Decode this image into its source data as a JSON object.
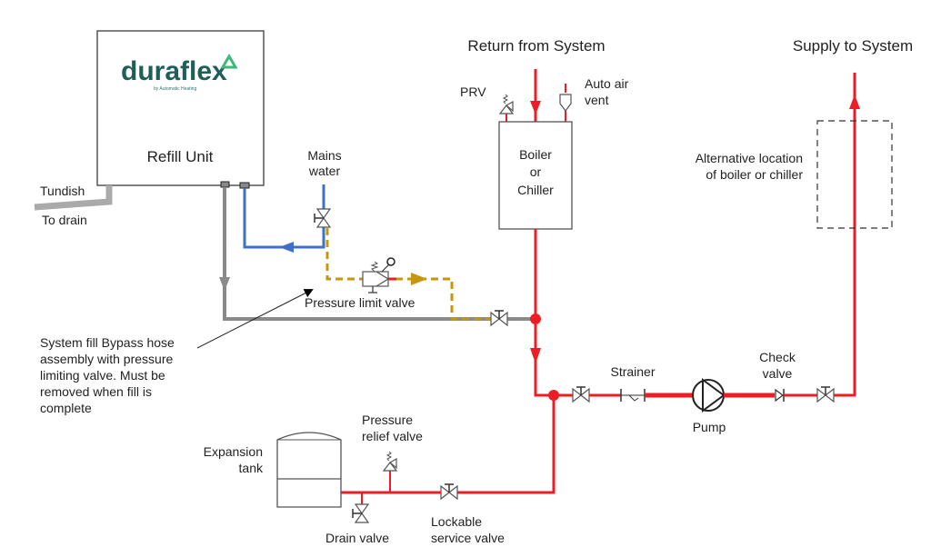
{
  "colors": {
    "heating_pipe": "#ee1c25",
    "mains_water": "#3f72c6",
    "bypass_hose": "#c7960c",
    "fill_pipe": "#8a8a8a",
    "logo_text": "#1f5f58",
    "logo_mark": "#3cb878"
  },
  "refill_unit": {
    "logo_name": "duraflex",
    "logo_tagline": "by Automatic Heating",
    "label": "Refill Unit"
  },
  "labels": {
    "tundish": "Tundish",
    "to_drain": "To drain",
    "mains_water_line1": "Mains",
    "mains_water_line2": "water",
    "pressure_limit_valve": "Pressure limit valve",
    "return_from_system": "Return from System",
    "supply_to_system": "Supply to System",
    "prv": "PRV",
    "auto_air_vent_line1": "Auto air",
    "auto_air_vent_line2": "vent",
    "boiler_line1": "Boiler",
    "boiler_line2": "or",
    "boiler_line3": "Chiller",
    "alt_location_line1": "Alternative location",
    "alt_location_line2": "of boiler or chiller",
    "strainer": "Strainer",
    "pump": "Pump",
    "check_valve_line1": "Check",
    "check_valve_line2": "valve",
    "expansion_tank_line1": "Expansion",
    "expansion_tank_line2": "tank",
    "pressure_relief_line1": "Pressure",
    "pressure_relief_line2": "relief valve",
    "drain_valve": "Drain valve",
    "lockable_line1": "Lockable",
    "lockable_line2": "service valve"
  },
  "note": {
    "lines": [
      "System fill Bypass hose",
      "assembly with pressure",
      "limiting valve.  Must be",
      "removed when fill is",
      "complete"
    ]
  }
}
